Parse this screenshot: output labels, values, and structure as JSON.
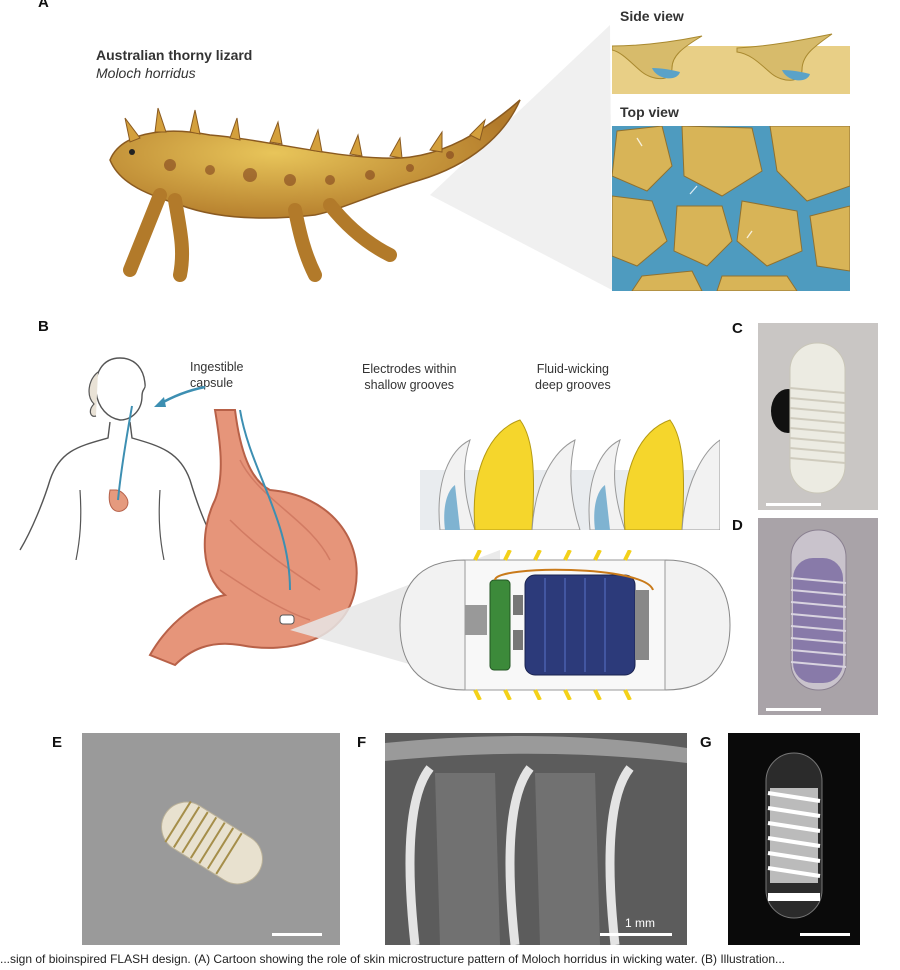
{
  "panels": {
    "a": {
      "letter": "A",
      "common_name": "Australian thorny lizard",
      "species": "Moloch horridus",
      "side_view_label": "Side view",
      "top_view_label": "Top view"
    },
    "b": {
      "letter": "B",
      "capsule_label_1": "Ingestible",
      "capsule_label_2": "capsule",
      "electrodes_label_1": "Electrodes within",
      "electrodes_label_2": "shallow grooves",
      "wicking_label_1": "Fluid-wicking",
      "wicking_label_2": "deep grooves"
    },
    "c": {
      "letter": "C"
    },
    "d": {
      "letter": "D"
    },
    "e": {
      "letter": "E"
    },
    "f": {
      "letter": "F",
      "scale_text": "1 mm"
    },
    "g": {
      "letter": "G"
    }
  },
  "caption": {
    "text": "...sign of bioinspired FLASH design. (A) Cartoon showing the role of skin microstructure pattern of Moloch horridus in wicking water. (B) Illustration..."
  },
  "colors": {
    "accent_blue": "#3d8fb2",
    "electrode_yellow": "#f3d11a",
    "stomach": "#d98467",
    "lizard": "#c9a23a"
  }
}
